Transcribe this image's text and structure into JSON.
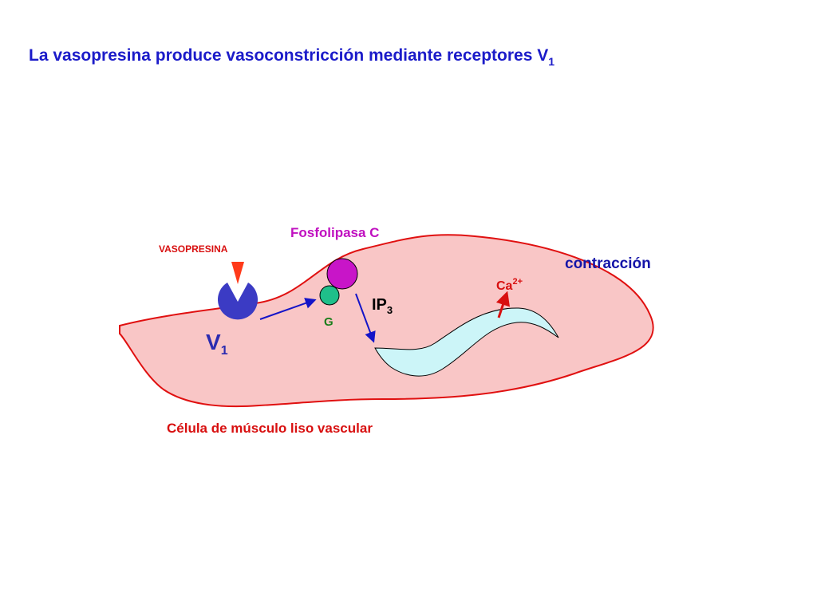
{
  "title": {
    "main": "La vasopresina produce vasoconstricción mediante receptores V",
    "subscript": "1"
  },
  "labels": {
    "vasopresina": "VASOPRESINA",
    "fosfolipasa": "Fosfolipasa C",
    "g_protein": "G",
    "receptor": "V",
    "receptor_sub": "1",
    "ip3": "IP",
    "ip3_sub": "3",
    "calcium": "Ca",
    "calcium_sup": "2+",
    "contraction": "contracción",
    "cell": "Célula de músculo liso vascular"
  },
  "colors": {
    "title": "#1b1bc9",
    "cell_fill": "#f9c6c6",
    "cell_stroke": "#e01010",
    "red_text": "#d80f0f",
    "vasopresina_marker": "#ff3a1a",
    "receptor_fill": "#3b3bc4",
    "receptor_text": "#2b2bb0",
    "arrow_blue": "#1414c8",
    "fosfolipasa_fill": "#c815c8",
    "fosfolipasa_text": "#c010c0",
    "g_fill": "#1fbf8a",
    "g_text": "#1a7d1a",
    "reticulum_fill": "#ccf5f8",
    "black": "#000000",
    "blue_text": "#1414a8"
  }
}
